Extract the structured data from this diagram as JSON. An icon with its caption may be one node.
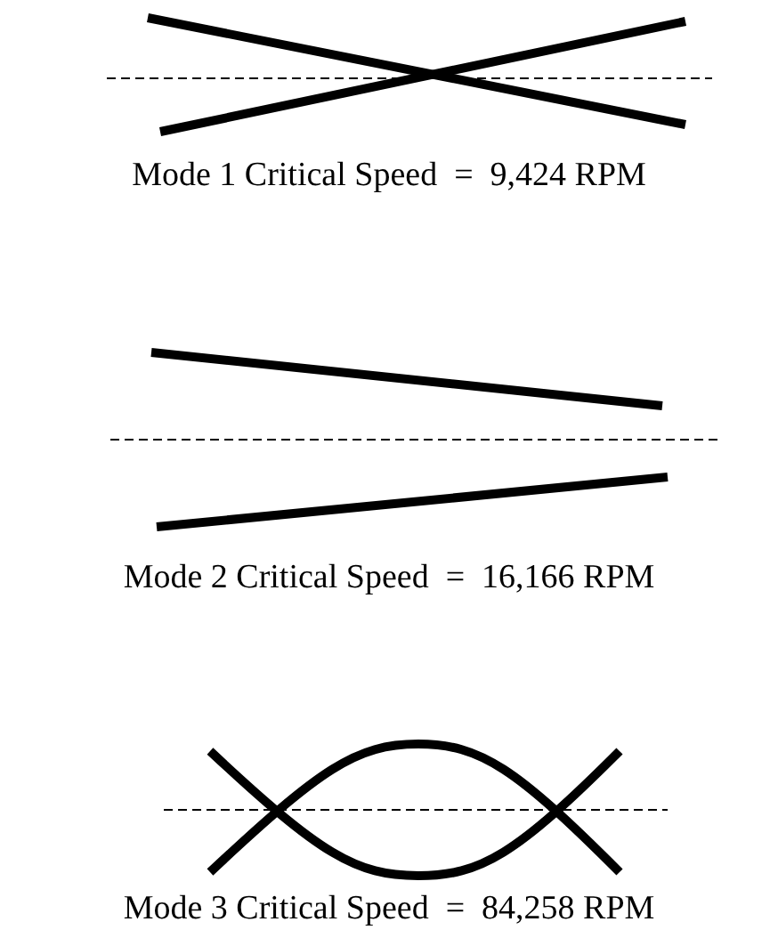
{
  "diagram": {
    "labels": [
      "Mode 1 Critical Speed  =  9,424 RPM",
      "Mode 2 Critical Speed  =  16,166 RPM",
      "Mode 3 Critical Speed  =  84,258 RPM"
    ]
  }
}
